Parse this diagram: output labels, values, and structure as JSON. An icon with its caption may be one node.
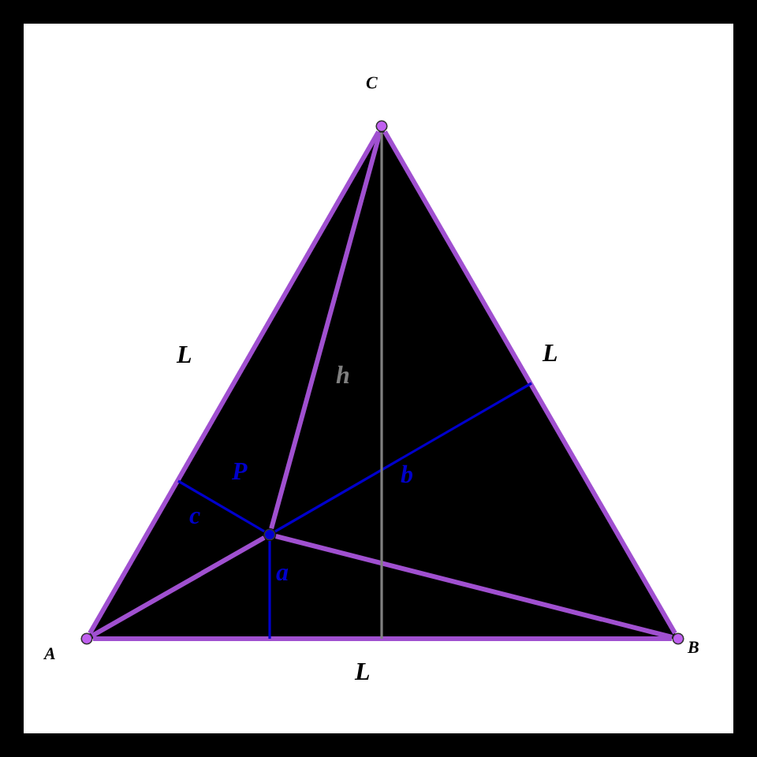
{
  "diagram": {
    "nodes": [
      {
        "text": [],
        "shape": "circle",
        "beside": [
          "C"
        ]
      },
      {
        "text": [],
        "shape": "circle",
        "beside": [
          "P"
        ]
      },
      {
        "text": [],
        "shape": "circle",
        "beside": [
          "A"
        ]
      },
      {
        "text": [],
        "shape": "circle",
        "beside": [
          "B"
        ]
      }
    ],
    "edges": [
      {
        "from": 0,
        "to": 2,
        "arrow": "none",
        "label": "L"
      },
      {
        "from": 0,
        "to": 3,
        "arrow": "none",
        "label": "L"
      },
      {
        "from": 2,
        "to": 3,
        "arrow": "none",
        "label": "L"
      },
      {
        "from": 1,
        "to": 0,
        "arrow": "none"
      },
      {
        "from": 1,
        "to": 2,
        "arrow": "none"
      },
      {
        "from": 1,
        "to": 3,
        "arrow": "none"
      },
      {
        "from": 1,
        "to": null,
        "arrow": "none",
        "label": "a",
        "color": "#0000cc"
      },
      {
        "from": 1,
        "to": null,
        "arrow": "none",
        "label": "b",
        "color": "#0000cc"
      },
      {
        "from": 1,
        "to": null,
        "arrow": "none",
        "label": "c",
        "color": "#0000cc"
      },
      {
        "from": 0,
        "to": null,
        "arrow": "none",
        "label": "h",
        "color": "#808080"
      }
    ]
  }
}
